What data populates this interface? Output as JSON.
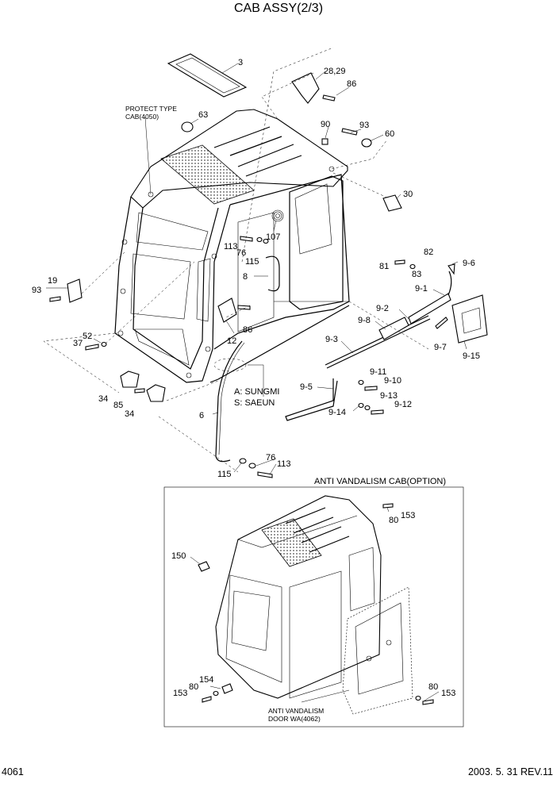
{
  "title": "CAB ASSY(2/3)",
  "page_number": "4061",
  "revision": "2003. 5. 31 REV.11",
  "notes": {
    "protect_type_line1": "PROTECT TYPE",
    "protect_type_line2": "CAB(4050)",
    "supplier_a": "A: SUNGMI",
    "supplier_s": "S: SAEUN",
    "anti_vandalism_cab": "ANTI VANDALISM CAB(OPTION)",
    "anti_vandalism_door_line1": "ANTI VANDALISM",
    "anti_vandalism_door_line2": "DOOR WA(4062)"
  },
  "callouts": [
    "3",
    "28,29",
    "86",
    "63",
    "90",
    "93",
    "60",
    "30",
    "107",
    "113",
    "76",
    "115",
    "8",
    "19",
    "93",
    "86",
    "12",
    "52",
    "37",
    "34",
    "85",
    "34",
    "6",
    "76",
    "113",
    "115",
    "82",
    "81",
    "83",
    "9-6",
    "9-1",
    "9-2",
    "9-8",
    "9-3",
    "9-7",
    "9-15",
    "9-11",
    "9-10",
    "9-5",
    "9-13",
    "9-12",
    "9-14",
    "80",
    "153",
    "150",
    "154",
    "80",
    "153",
    "80",
    "153"
  ]
}
